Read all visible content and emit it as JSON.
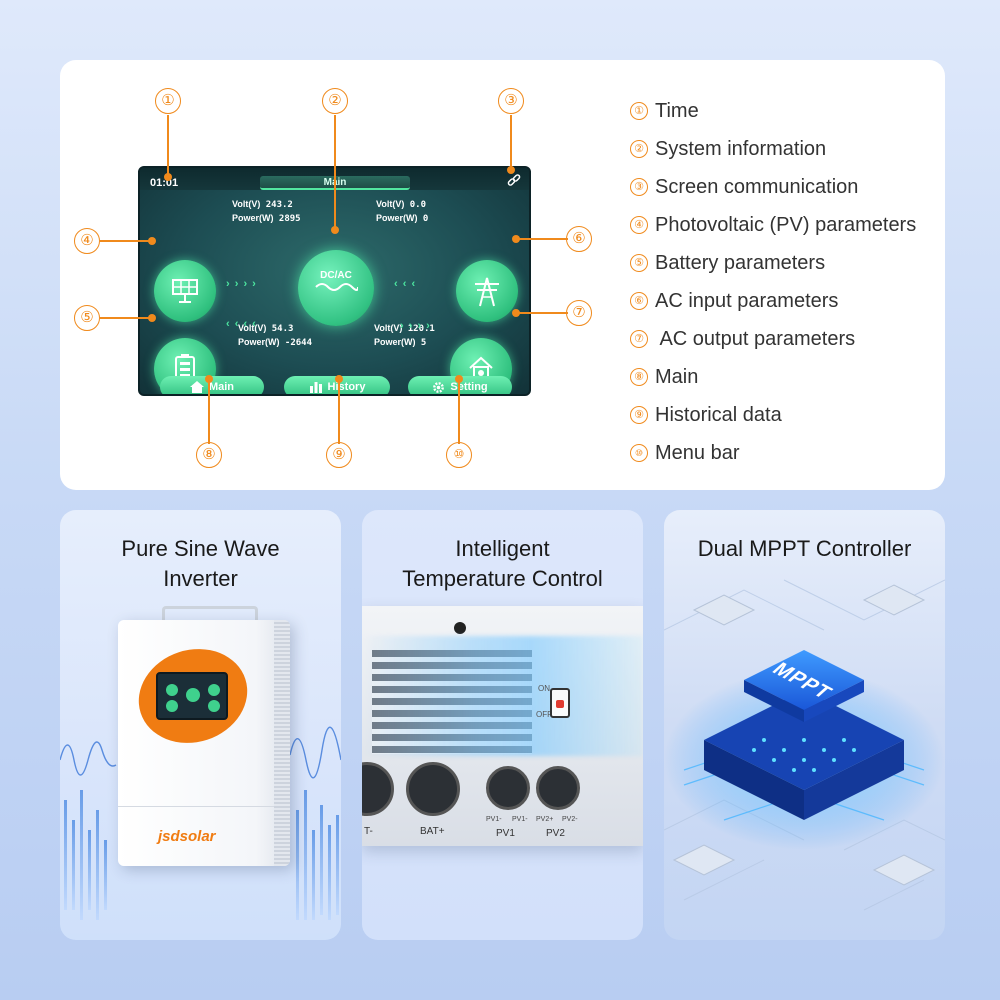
{
  "screen": {
    "time": "01:01",
    "title": "Main",
    "center_label": "DC/AC",
    "pv": {
      "volt_label": "Volt(V)",
      "volt": "243.2",
      "power_label": "Power(W)",
      "power": "2895"
    },
    "grid": {
      "volt_label": "Volt(V)",
      "volt": "0.0",
      "power_label": "Power(W)",
      "power": "0"
    },
    "battery": {
      "volt_label": "Volt(V)",
      "volt": "54.3",
      "power_label": "Power(W)",
      "power": "-2644"
    },
    "output": {
      "volt_label": "Volt(V)",
      "volt": "120.1",
      "power_label": "Power(W)",
      "power": "5"
    },
    "nav": {
      "main": "Main",
      "history": "History",
      "setting": "Setting"
    }
  },
  "callouts": [
    "①",
    "②",
    "③",
    "④",
    "⑤",
    "⑥",
    "⑦",
    "⑧",
    "⑨",
    "⑩"
  ],
  "legend": [
    {
      "num": "①",
      "text": "Time"
    },
    {
      "num": "②",
      "text": "System information"
    },
    {
      "num": "③",
      "text": "Screen communication"
    },
    {
      "num": "④",
      "text": "Photovoltaic (PV) parameters"
    },
    {
      "num": "⑤",
      "text": "Battery parameters"
    },
    {
      "num": "⑥",
      "text": "AC input parameters"
    },
    {
      "num": "⑦",
      "text": " AC output parameters"
    },
    {
      "num": "⑧",
      "text": "Main"
    },
    {
      "num": "⑨",
      "text": "Historical data"
    },
    {
      "num": "⑩",
      "text": "Menu bar"
    }
  ],
  "features": [
    {
      "title_line1": "Pure Sine Wave",
      "title_line2": "Inverter",
      "brand": "jsdsolar"
    },
    {
      "title_line1": "Intelligent",
      "title_line2": "Temperature Control",
      "switch_on": "ON",
      "switch_off": "OFF",
      "ports": [
        "T-",
        "BAT+",
        "PV1",
        "PV2"
      ],
      "sub_ports": [
        "PV1-",
        "PV1-",
        "PV2+",
        "PV2-"
      ]
    },
    {
      "title_line1": "Dual MPPT Controller",
      "chip_label": "MPPT"
    }
  ],
  "colors": {
    "accent": "#f08a1c",
    "screen_green": "#2fc07e",
    "bg": "#c9daf6"
  }
}
